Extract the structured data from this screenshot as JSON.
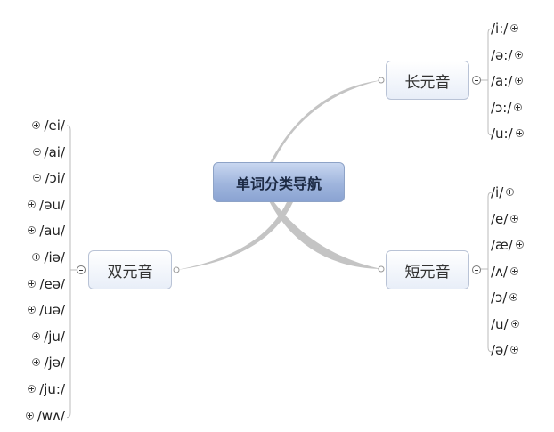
{
  "root": {
    "label": "单词分类导航"
  },
  "branches": {
    "long": {
      "label": "长元音",
      "leaves": [
        "/i:/",
        "/ə:/",
        "/a:/",
        "/ɔ:/",
        "/u:/"
      ]
    },
    "short": {
      "label": "短元音",
      "leaves": [
        "/i/",
        "/e/",
        "/æ/",
        "/ʌ/",
        "/ɔ/",
        "/u/",
        "/ə/"
      ]
    },
    "diph": {
      "label": "双元音",
      "leaves": [
        "/ei/",
        "/ai/",
        "/ɔi/",
        "/əu/",
        "/au/",
        "/iə/",
        "/eə/",
        "/uə/",
        "/ju/",
        "/jə/",
        "/ju:/",
        "/wʌ/"
      ]
    }
  }
}
